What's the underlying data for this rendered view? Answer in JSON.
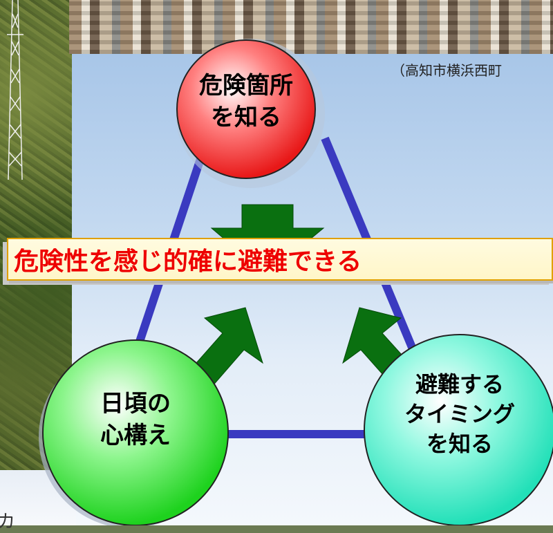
{
  "caption": "（高知市横浜西町",
  "banner": "危険性を感じ的確に避難できる",
  "circles": {
    "top": {
      "line1": "危険箇所",
      "line2": "を知る",
      "color": "#e82020"
    },
    "left": {
      "line1": "日頃の",
      "line2": "心構え",
      "color": "#28d828"
    },
    "right": {
      "line1": "避難する",
      "line2": "タイミング",
      "line3": "を知る",
      "color": "#30e8c0"
    }
  },
  "bottom_left": "カ",
  "colors": {
    "triangle": "#3a3ac0",
    "arrow": "#0a7010",
    "banner_text": "#ee0000"
  }
}
